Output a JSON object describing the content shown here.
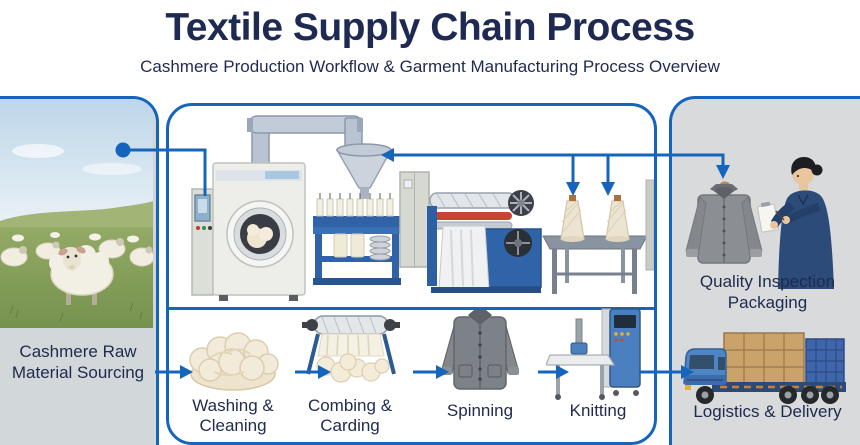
{
  "header": {
    "title": "Textile Supply Chain Process",
    "subtitle": "Cashmere Production Workflow & Garment Manufacturing Process Overview"
  },
  "flow": {
    "sourcing": "Cashmere Raw\nMaterial Sourcing",
    "washing": "Washing &\nCleaning",
    "combing": "Combing &\nCarding",
    "spinning": "Spinning",
    "knitting": "Knitting",
    "quality": "Quality Inspection\nPackaging",
    "logistics": "Logistics & Delivery"
  },
  "colors": {
    "accent_blue": "#1565bd",
    "heading_navy": "#1e2a52",
    "label_navy": "#1e2a4e",
    "panel_gray": "#d8dadc",
    "caption_gray": "#d2d7da"
  }
}
